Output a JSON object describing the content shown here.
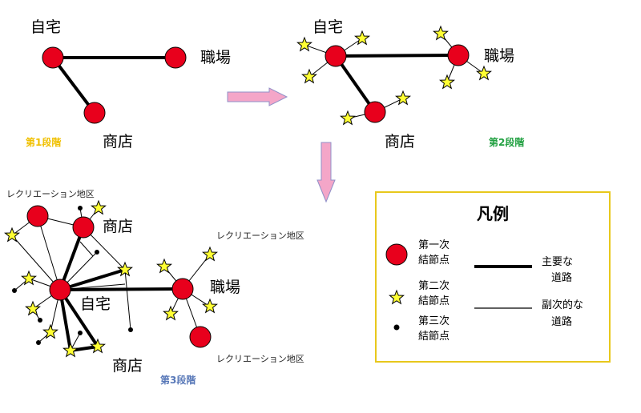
{
  "colors": {
    "node_fill": "#e8001c",
    "star_fill": "#ffff33",
    "arrow_fill": "#f4a6c8",
    "arrow_stroke": "#9090c8",
    "legend_border": "#e8c81c",
    "stage1": "#f0c000",
    "stage2": "#20a040",
    "stage3": "#5878b8"
  },
  "stage1": {
    "home": "自宅",
    "work": "職場",
    "shop": "商店",
    "label": "第1段階"
  },
  "stage2": {
    "home": "自宅",
    "work": "職場",
    "shop": "商店",
    "label": "第2段階"
  },
  "stage3": {
    "recreation_top_left": "レクリエーション地区",
    "recreation_top_right": "レクリエーション地区",
    "recreation_bottom_right": "レクリエーション地区",
    "shop_top": "商店",
    "home": "自宅",
    "work": "職場",
    "shop_bottom": "商店",
    "label": "第3段階"
  },
  "legend": {
    "title": "凡例",
    "primary_node": [
      "第一次",
      "結節点"
    ],
    "secondary_node": [
      "第二次",
      "結節点"
    ],
    "tertiary_node": [
      "第三次",
      "結節点"
    ],
    "main_road": [
      "主要な",
      "道路"
    ],
    "sub_road": [
      "副次的な",
      "道路"
    ]
  }
}
